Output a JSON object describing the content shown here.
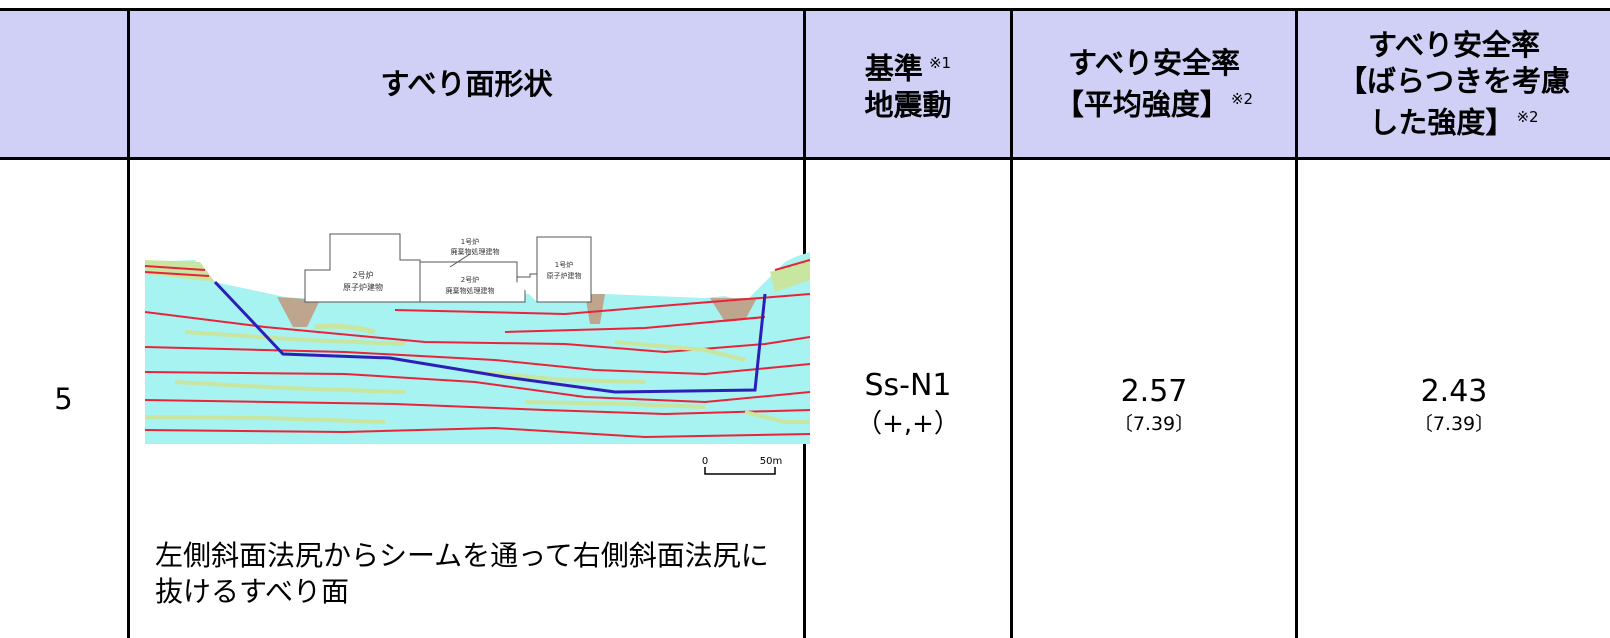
{
  "header": {
    "col_shape": "すべり面形状",
    "col_motion_line1": "基準",
    "col_motion_note": "※1",
    "col_motion_line2": "地震動",
    "col_mean_line1": "すべり安全率",
    "col_mean_line2": "【平均強度】",
    "col_mean_note": "※2",
    "col_var_line1": "すべり安全率",
    "col_var_line2": "【ばらつきを考慮",
    "col_var_line3": "した強度】",
    "col_var_note": "※2"
  },
  "row": {
    "number": "5",
    "description_line1": "左側斜面法尻からシームを通って右側斜面法尻に",
    "description_line2": "抜けるすべり面",
    "motion": "Ss-N1",
    "motion_sign": "（+,+）",
    "mean_value": "2.57",
    "mean_sub": "〔7.39〕",
    "var_value": "2.43",
    "var_sub": "〔7.39〕"
  },
  "figure": {
    "building_1_line1": "2号炉",
    "building_1_line2": "原子炉建物",
    "building_2_line1": "2号炉",
    "building_2_line2": "廃棄物処理建物",
    "building_3_line1": "1号炉",
    "building_3_line2": "廃棄物処理建物",
    "building_4_line1": "1号炉",
    "building_4_line2": "原子炉建物",
    "scale_zero": "0",
    "scale_max": "50m"
  },
  "colors": {
    "header_bg": "#d0d0f6",
    "rock": "#a6f3f1",
    "seam_red": "#e8233a",
    "seam_green": "#c8e6a0",
    "slip_line": "#2b1fb8",
    "soil": "#bda58e"
  }
}
